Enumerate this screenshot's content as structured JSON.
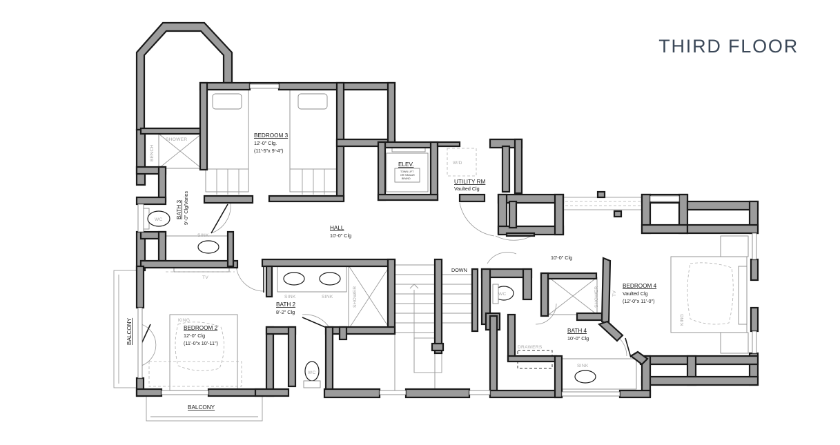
{
  "title": "THIRD FLOOR",
  "rooms": {
    "bedroom3": {
      "name": "BEDROOM 3",
      "ceiling": "12'-0\" Clg.",
      "size": "(11'-5\"x 9'-4\")"
    },
    "bath3": {
      "name": "BATH 3",
      "ceiling": "9'-0\" Clg/Varies"
    },
    "hall": {
      "name": "HALL",
      "ceiling": "10'-0\" Clg"
    },
    "elev": {
      "name": "ELEV.",
      "note_line1": "TOWN LIFT",
      "note_line2": "OR SIMILAR",
      "note_line3": "BRAND"
    },
    "utility": {
      "name": "UTILITY RM",
      "ceiling": "Vaulted Clg"
    },
    "bedroom2": {
      "name": "BEDROOM 2",
      "ceiling": "12'-0\" Clg",
      "size": "(11'-0\"x 10'-11\")"
    },
    "bath2": {
      "name": "BATH 2",
      "ceiling": "8'-2\" Clg"
    },
    "bedroom4": {
      "name": "BEDROOM 4",
      "ceiling": "Vaulted Clg",
      "size": "(12'-0\"x 11'-0\")"
    },
    "bath4": {
      "name": "BATH 4",
      "ceiling": "10'-0\" Clg"
    },
    "landing": {
      "ceiling": "10'-0\" Clg"
    }
  },
  "balconies": {
    "west": "BALCONY",
    "south": "BALCONY"
  },
  "fixtures": {
    "shower": "SHOWER",
    "bench": "BENCH",
    "sink": "SINK",
    "wc": "WC",
    "tv": "TV",
    "king": "KING",
    "wd": "W/D",
    "drawers": "DRAWERS",
    "down": "DOWN"
  },
  "colors": {
    "wall_fill": "#9c9c9c",
    "wall_stroke": "#1a1a1a",
    "title": "#3b4858"
  }
}
